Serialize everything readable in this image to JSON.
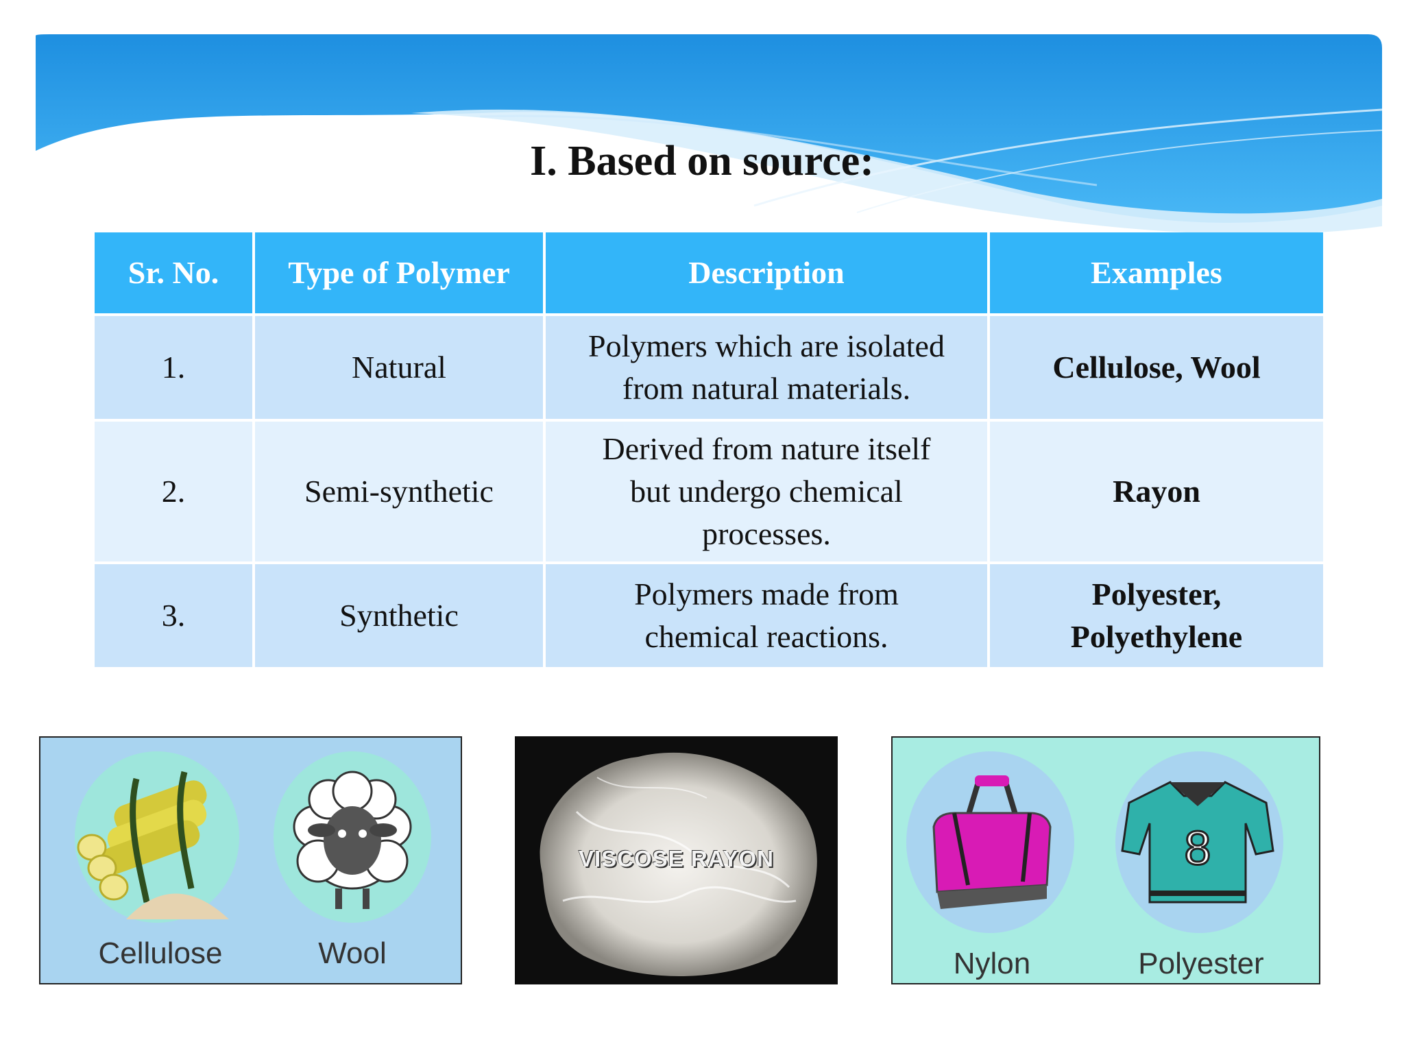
{
  "slide": {
    "title": "I. Based on source:",
    "colors": {
      "header": "#33b5f9",
      "row_dark": "#c9e3fa",
      "row_light": "#e3f1fd",
      "banner": "#2fa7ee"
    }
  },
  "table": {
    "headers": [
      "Sr. No.",
      "Type of Polymer",
      "Description",
      "Examples"
    ],
    "rows": [
      {
        "sr": "1.",
        "type": "Natural",
        "desc_lines": [
          "Polymers which are isolated",
          "from natural materials."
        ],
        "ex_lines": [
          "Cellulose, Wool"
        ]
      },
      {
        "sr": "2.",
        "type": "Semi-synthetic",
        "desc_lines": [
          "Derived from nature itself",
          "but undergo chemical",
          "processes."
        ],
        "ex_lines": [
          "Rayon"
        ]
      },
      {
        "sr": "3.",
        "type": "Synthetic",
        "desc_lines": [
          "Polymers made from",
          "chemical reactions."
        ],
        "ex_lines": [
          "Polyester,",
          "Polyethylene"
        ]
      }
    ]
  },
  "images": {
    "natural": {
      "left_caption": "Cellulose",
      "right_caption": "Wool",
      "left_icon": "sugarcane-icon",
      "right_icon": "sheep-icon"
    },
    "semi": {
      "label": "VISCOSE RAYON",
      "icon": "fiber-tuft-icon"
    },
    "synthetic": {
      "left_caption": "Nylon",
      "right_caption": "Polyester",
      "left_icon": "bag-icon",
      "right_icon": "jersey-icon",
      "jersey_number": "8"
    }
  }
}
